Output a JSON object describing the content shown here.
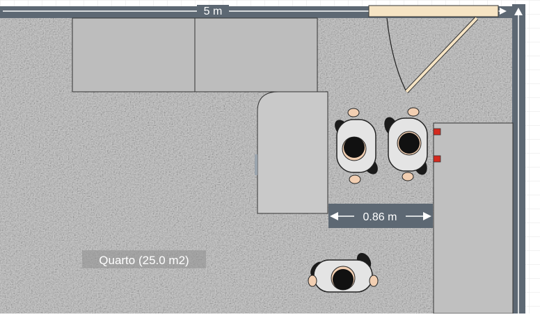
{
  "plan": {
    "room_label": "Quarto (25.0 m2)",
    "wall_dimension": "5 m",
    "clearance_dimension": "0.86 m"
  },
  "colors": {
    "wall": "#5d6873",
    "floor": "#b9b9b9",
    "furniture": "#bdbdbd",
    "door_leaf": "#f6e4c4",
    "marker": "#d42a1f",
    "label_bg": "#5d6873",
    "label_text": "#ffffff"
  },
  "icons": {
    "dimension_arrow": "arrow-right-icon",
    "dimension_arrow_up": "arrow-up-icon",
    "person": "person-topview-icon"
  }
}
